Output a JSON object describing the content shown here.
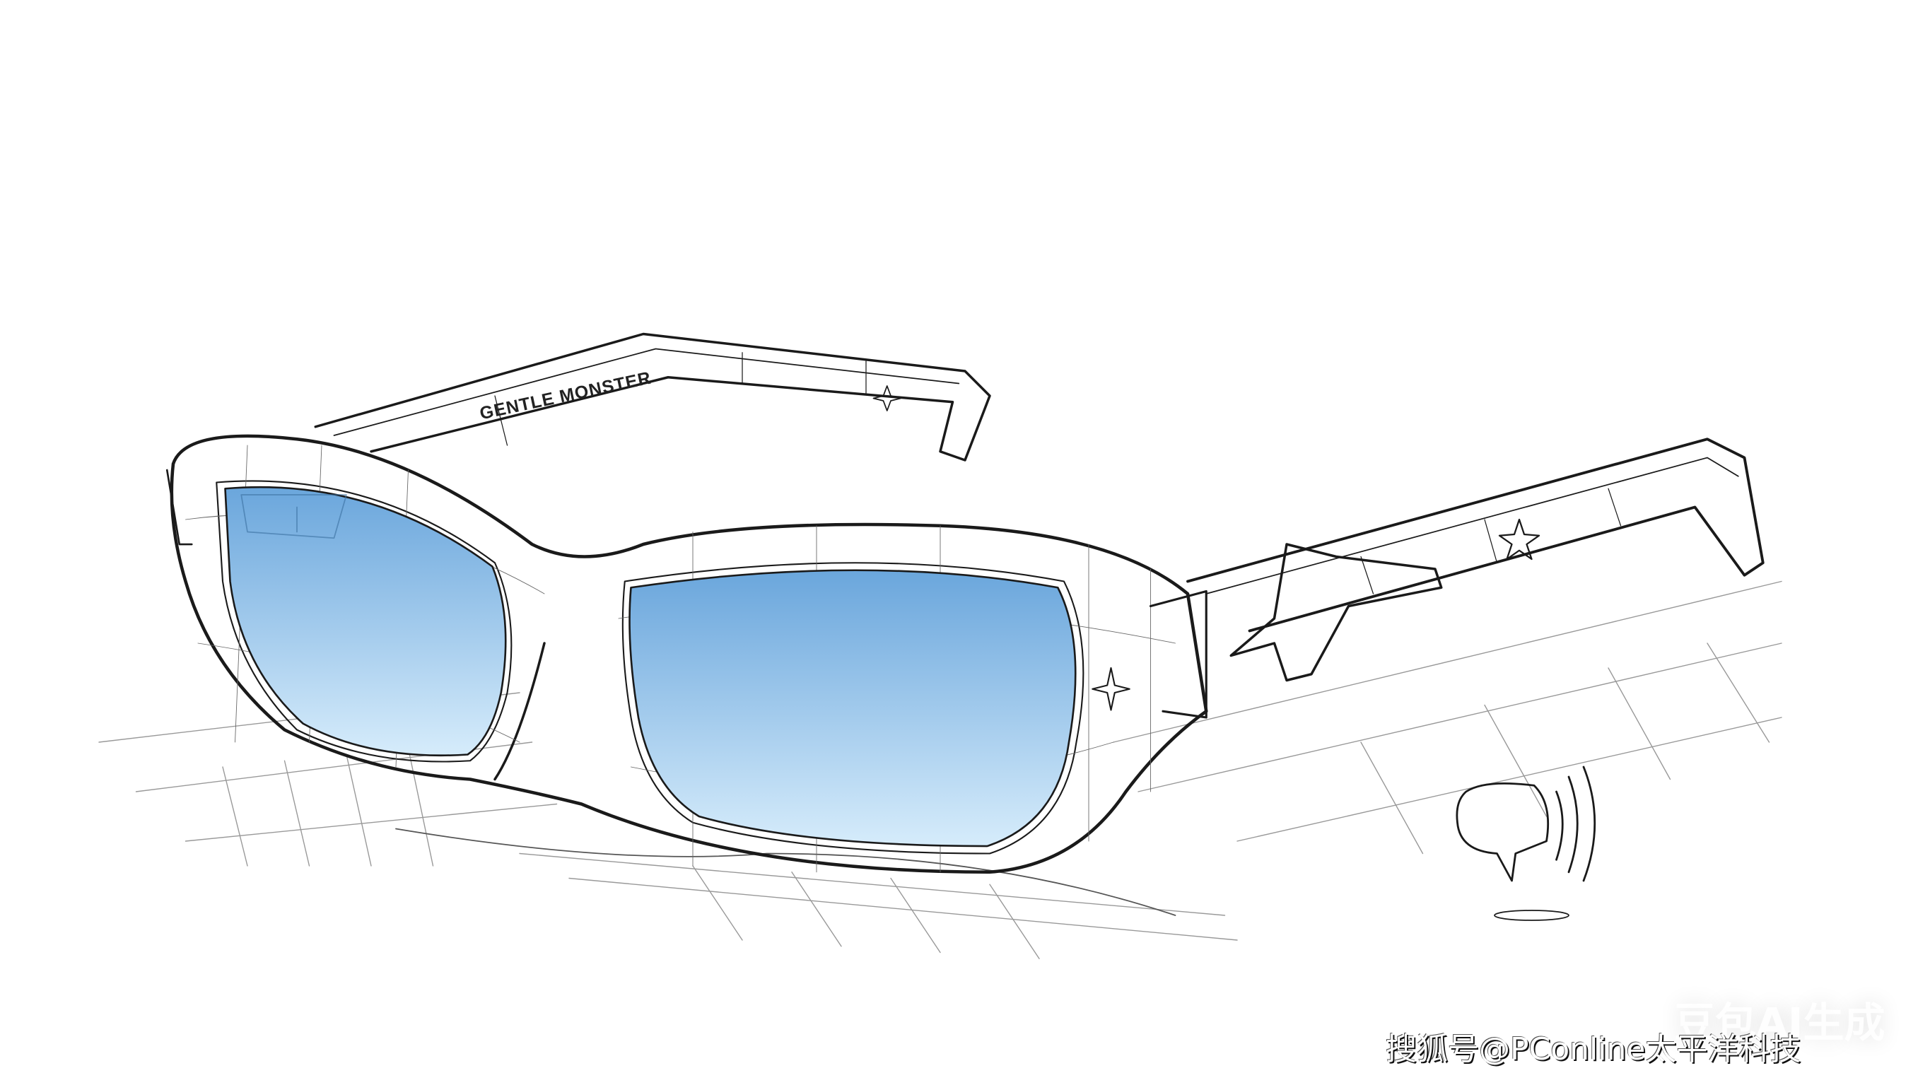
{
  "illustration": {
    "subject": "sunglasses-sketch",
    "brand_text": "GENTLE MONSTER",
    "lens_color_top": "#6aa6dc",
    "lens_color_bottom": "#d6ecfb",
    "line_color": "#1a1a1a"
  },
  "watermarks": {
    "ai_label": "豆包AI生成",
    "source": "搜狐号@PConline太平洋科技"
  }
}
